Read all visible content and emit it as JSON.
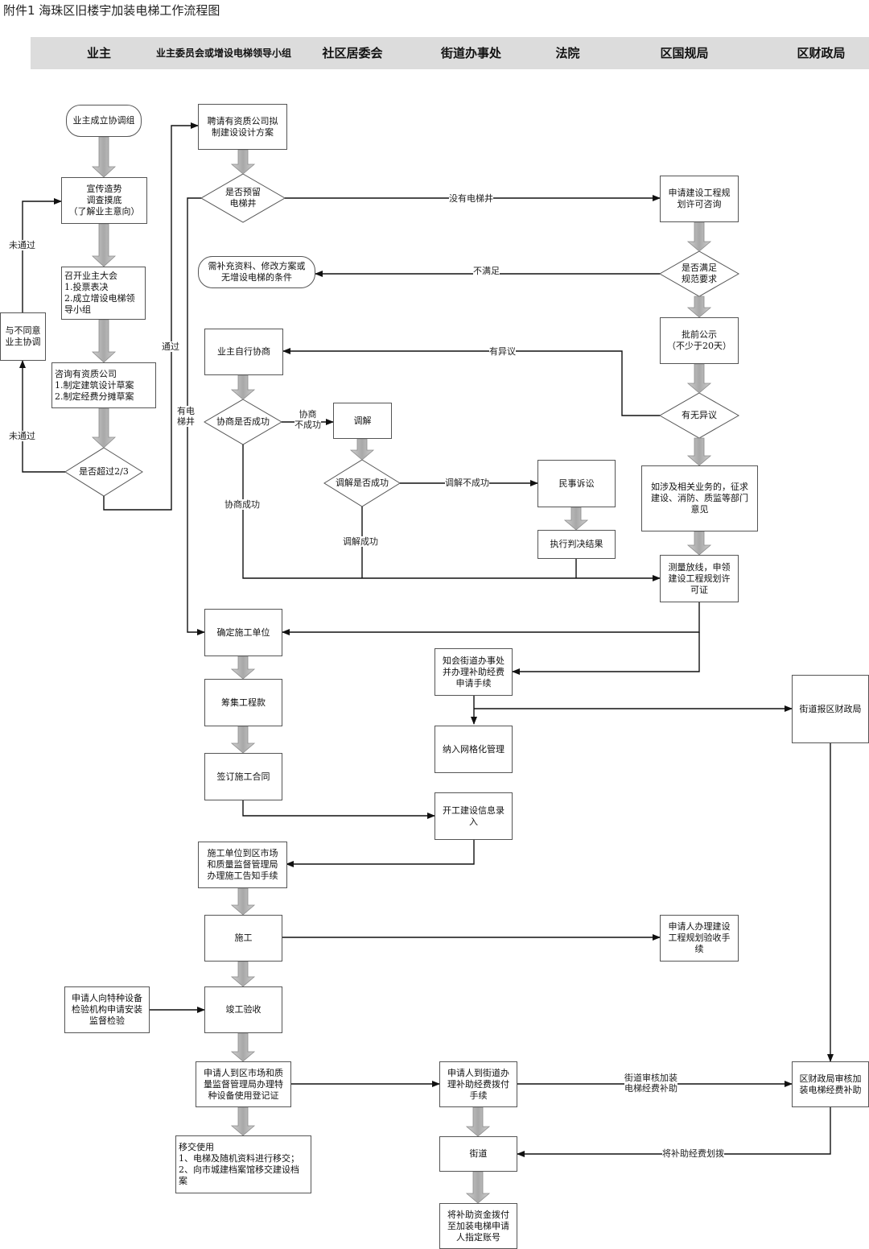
{
  "title": "附件1  海珠区旧楼宇加装电梯工作流程图",
  "lanes": {
    "owner": "业主",
    "committee": "业主委员会或增设电梯领导小组",
    "community": "社区居委会",
    "street": "街道办事处",
    "court": "法院",
    "planning": "区国规局",
    "finance": "区财政局"
  },
  "nodes": {
    "form_group": "业主成立协调组",
    "publicity": "宣传造势\n调查摸底\n（了解业主意向）",
    "owners_meeting": "召开业主大会\n1.投票表决\n2.成立增设电梯领\n导小组",
    "consult_company": "咨询有资质公司\n1.制定建筑设计草案\n2.制定经费分摊草案",
    "exceed_two_thirds": "是否超过2/3",
    "coordinate_disagree": "与不同意\n业主协调",
    "hire_company": "聘请有资质公司拟\n制建设设计方案",
    "reserved_shaft": "是否预留\n电梯井",
    "apply_consult": "申请建设工程规\n划许可咨询",
    "meet_spec": "是否满足\n规范要求",
    "need_supplement": "需补充资料、修改方案或\n无增设电梯的条件",
    "pre_publicity": "批前公示\n（不少于20天）",
    "has_objection": "有无异议",
    "owners_negotiate": "业主自行协商",
    "negotiation_success": "协商是否成功",
    "mediation": "调解",
    "mediation_success": "调解是否成功",
    "civil_litigation": "民事诉讼",
    "execute_judgment": "执行判决结果",
    "consult_departments": "如涉及相关业务的，征求\n建设、消防、质监等部门\n意见",
    "survey_permit": "测量放线，申领\n建设工程规划许\n可证",
    "determine_contractor": "确定施工单位",
    "notify_street": "知会街道办事处\n并办理补助经费\n申请手续",
    "raise_funds": "筹集工程款",
    "grid_management": "纳入网格化管理",
    "street_report": "街道报区财政局",
    "sign_contract": "签订施工合同",
    "info_entry": "开工建设信息录\n入",
    "construction_notice": "施工单位到区市场\n和质量监督管理局\n办理施工告知手续",
    "construction": "施工",
    "acceptance_apply": "申请人办理建设\n工程规划验收手\n续",
    "special_inspection": "申请人向特种设备\n检验机构申请安装\n监督检验",
    "completion_acceptance": "竣工验收",
    "registration": "申请人到区市场和质\n量监督管理局办理特\n种设备使用登记证",
    "subsidy_apply": "申请人到街道办\n理补助经费拨付\n手续",
    "finance_review": "区财政局审核加\n装电梯经费补助",
    "handover": "移交使用\n1、电梯及随机资料进行移交；\n2、向市城建档案馆移交建设档\n案",
    "street_node": "街道",
    "pay_account": "将补助资金拨付\n至加装电梯申请\n人指定账号"
  },
  "labels": {
    "not_passed_top": "未通过",
    "not_passed_bottom": "未通过",
    "passed": "通过",
    "has_shaft": "有电\n梯井",
    "no_shaft": "没有电梯井",
    "insufficient": "不满足",
    "objection": "有异议",
    "negotiation_failed": "协商\n不成功",
    "negotiation_succeeded": "协商成功",
    "mediation_failed": "调解不成功",
    "mediation_succeeded": "调解成功",
    "street_review": "街道审核加装\n电梯经费补助",
    "allocate_funds": "将补助经费划拨"
  }
}
